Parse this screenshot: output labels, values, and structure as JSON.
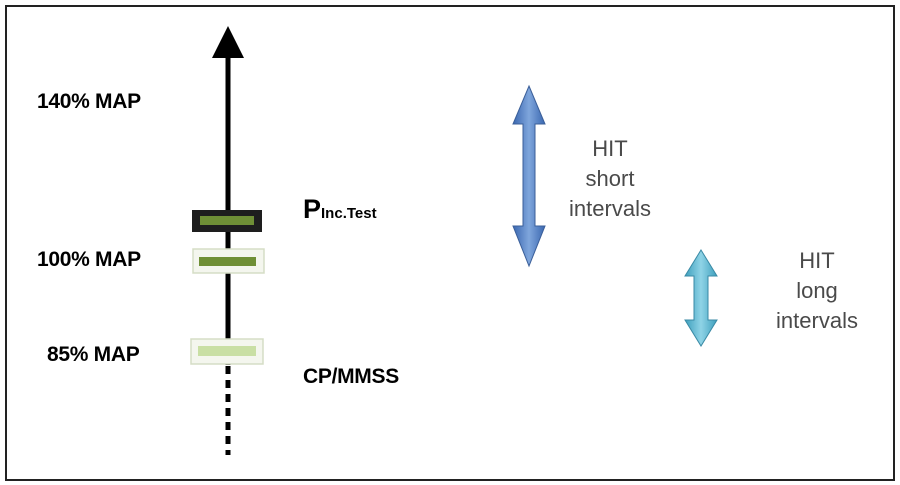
{
  "levels": {
    "map140": "140% MAP",
    "map100": "100% MAP",
    "map85": "85% MAP"
  },
  "markers": {
    "p_main": "P",
    "p_sub": "Inc.Test",
    "cp": "CP/MMSS"
  },
  "hit_short": {
    "line1": "HIT",
    "line2": "short",
    "line3": "intervals"
  },
  "hit_long": {
    "line1": "HIT",
    "line2": "long",
    "line3": "intervals"
  },
  "colors": {
    "axis": "#000000",
    "dark_green": "#6f8f36",
    "light_green": "#c9dfa4",
    "blue_arrow": "#4f7fc4",
    "teal_arrow": "#5bb6cf"
  }
}
